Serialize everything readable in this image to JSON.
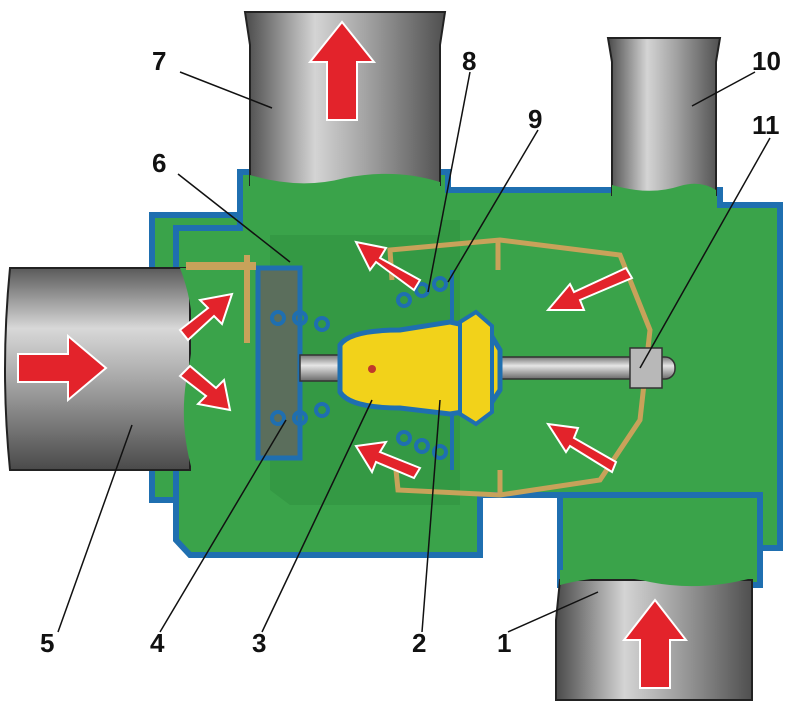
{
  "callouts": [
    {
      "label": "1"
    },
    {
      "label": "2"
    },
    {
      "label": "3"
    },
    {
      "label": "4"
    },
    {
      "label": "5"
    },
    {
      "label": "6"
    },
    {
      "label": "7"
    },
    {
      "label": "8"
    },
    {
      "label": "9"
    },
    {
      "label": "10"
    },
    {
      "label": "11"
    }
  ],
  "colors": {
    "body_green": "#3aa34a",
    "outline_blue": "#1f6fb0",
    "pipe_gray": "#8c8c8c",
    "flow_arrow_red": "#e3232b",
    "element_yellow": "#f2d21a",
    "spring_frame_tan": "#c8a25a"
  }
}
